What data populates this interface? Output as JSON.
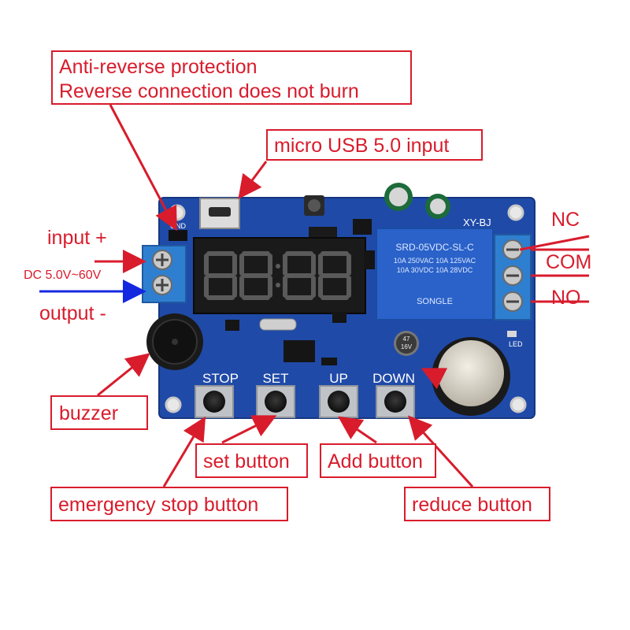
{
  "callouts": {
    "protection_line1": "Anti-reverse protection",
    "protection_line2": "Reverse connection does not burn",
    "usb": "micro USB 5.0 input",
    "buzzer": "buzzer",
    "set_button": "set button",
    "add_button": "Add button",
    "emergency_stop": "emergency stop button",
    "reduce_button": "reduce button"
  },
  "terminals": {
    "input": "input +",
    "voltage": "DC 5.0V~60V",
    "output": "output -",
    "nc": "NC",
    "com": "COM",
    "no": "NO"
  },
  "board": {
    "model": "XY-BJ",
    "relay_line1": "SRD-05VDC-SL-C",
    "relay_line2": "10A 250VAC  10A 125VAC",
    "relay_line3": "10A 30VDC  10A 28VDC",
    "relay_brand": "SONGLE",
    "cap_line1": "47",
    "cap_line2": "16V",
    "gnd": "GND",
    "led": "LED",
    "buttons": [
      "STOP",
      "SET",
      "UP",
      "DOWN"
    ]
  },
  "colors": {
    "callout_red": "#d81c2c",
    "pcb_blue": "#1f4aa8",
    "terminal_blue": "#2f7fd0",
    "arrow_blue": "#1428e0"
  }
}
